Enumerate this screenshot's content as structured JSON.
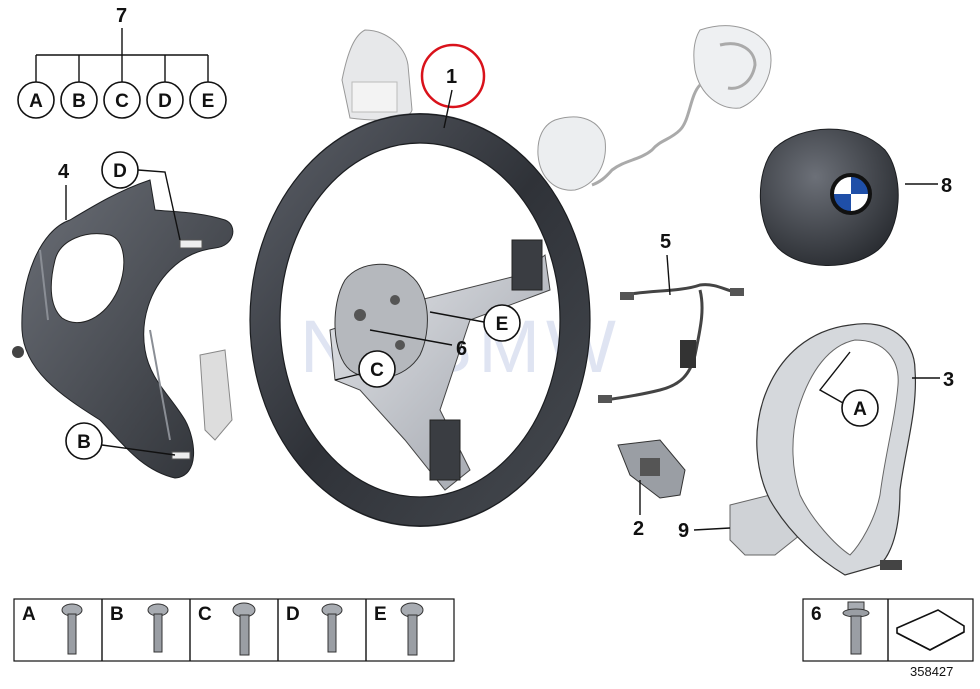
{
  "diagram": {
    "callouts": {
      "c7": "7",
      "c1": "1",
      "c4": "4",
      "c8": "8",
      "c5": "5",
      "c6": "6",
      "c3": "3",
      "c2": "2",
      "c9": "9"
    },
    "letters": {
      "a": "A",
      "b": "B",
      "c": "C",
      "d": "D",
      "e": "E"
    },
    "legend": {
      "a": "A",
      "b": "B",
      "c": "C",
      "d": "D",
      "e": "E",
      "six": "6"
    },
    "watermark": "NGBMW",
    "image_number": "358427",
    "highlight_color": "#d9121b"
  }
}
